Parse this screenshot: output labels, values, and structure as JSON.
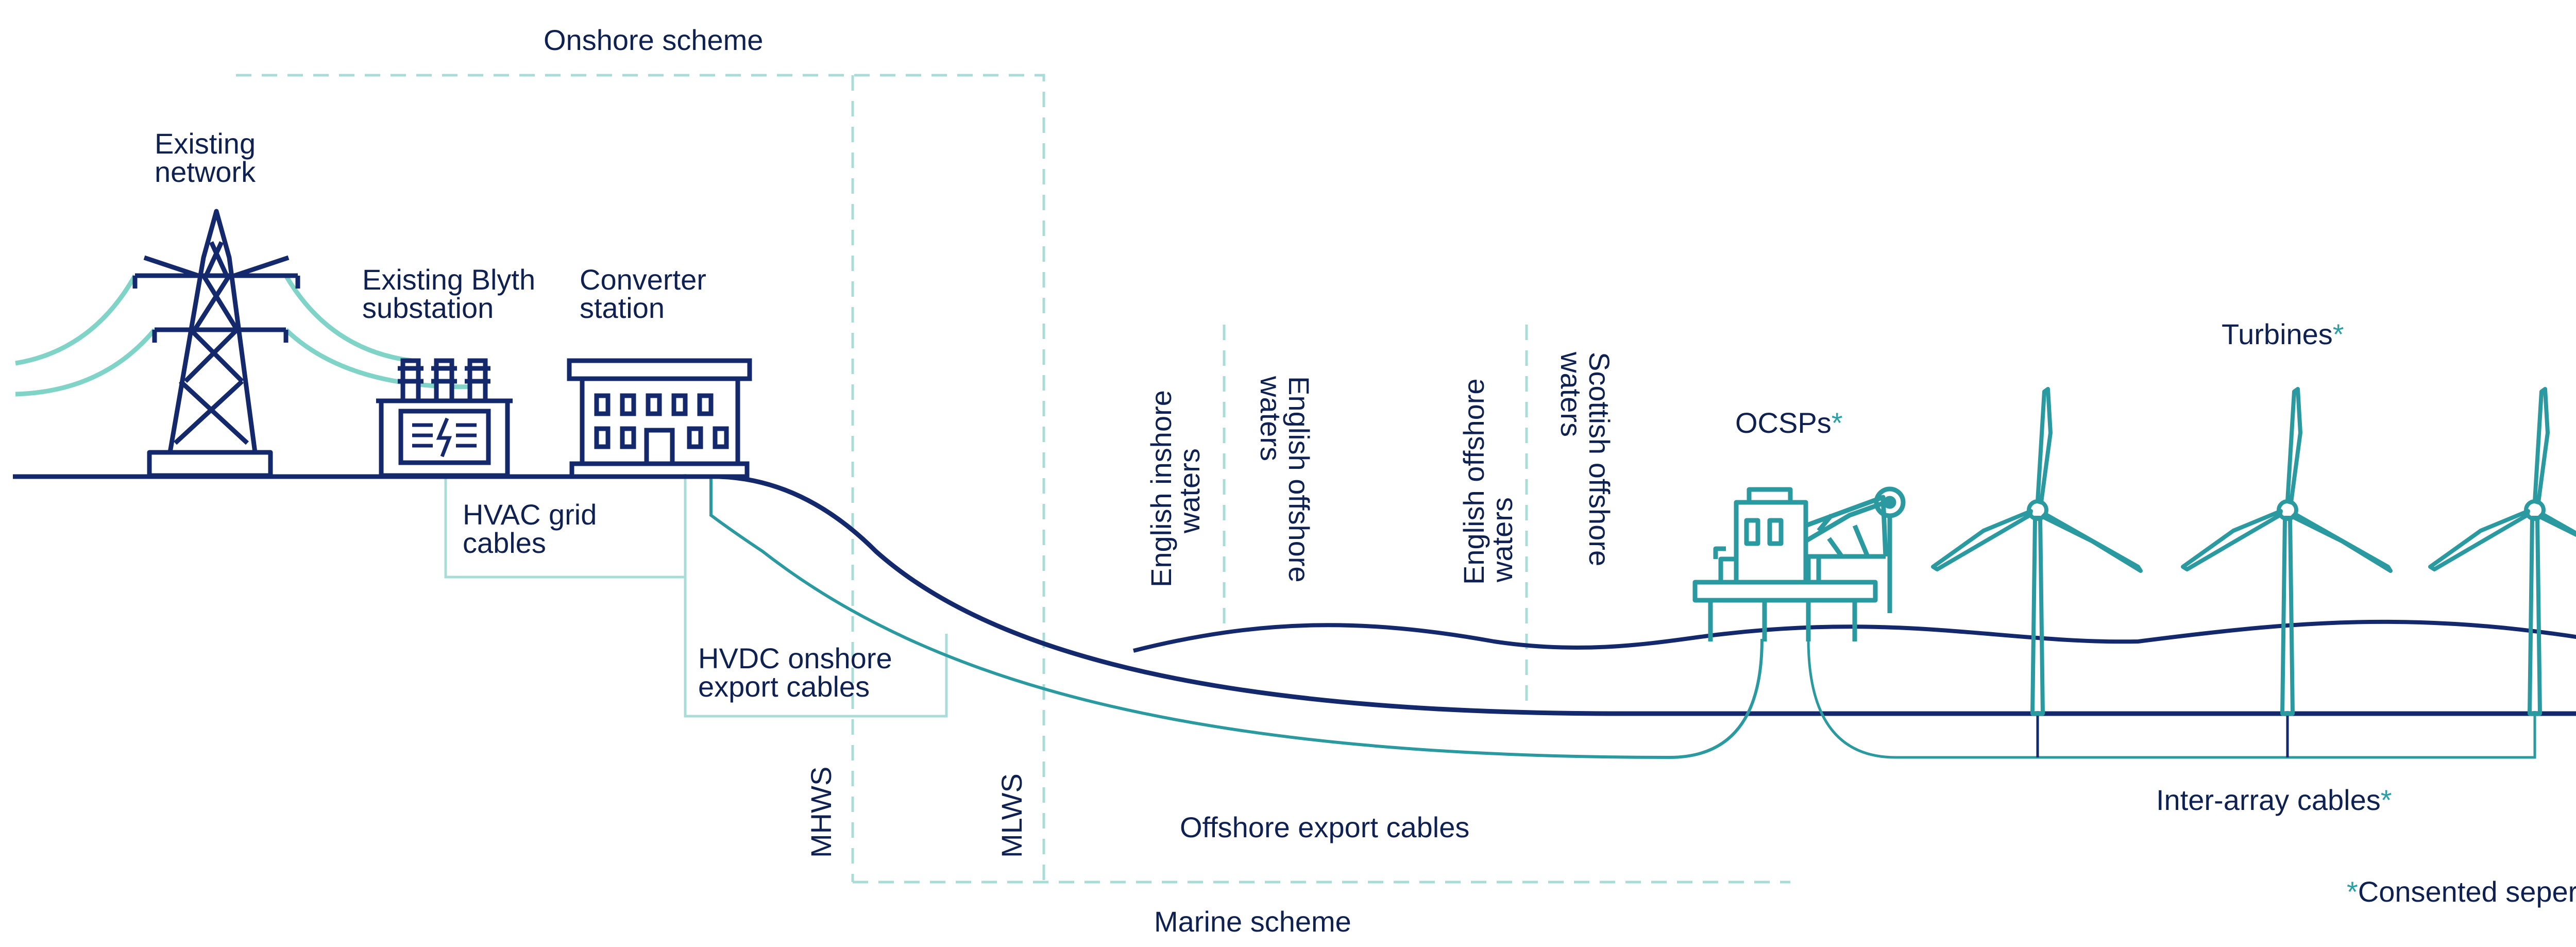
{
  "colors": {
    "navy": "#13296b",
    "teal": "#2a9aa0",
    "light_teal": "#7fd3c7",
    "dashed": "#a9dcd6",
    "text": "#0f2151",
    "asterisk": "#2aa0a4"
  },
  "labels": {
    "onshore_scheme": "Onshore scheme",
    "marine_scheme": "Marine scheme",
    "existing_network": [
      "Existing",
      "network"
    ],
    "blyth_substation": [
      "Existing Blyth",
      "substation"
    ],
    "converter_station": [
      "Converter",
      "station"
    ],
    "hvac_grid_cables": [
      "HVAC grid",
      "cables"
    ],
    "hvdc_onshore_export_cables": [
      "HVDC onshore",
      "export cables"
    ],
    "mhws": "MHWS",
    "mlws": "MLWS",
    "english_inshore_waters": [
      "English inshore",
      "waters"
    ],
    "english_offshore_waters_1": [
      "English offshore",
      "waters"
    ],
    "english_offshore_waters_2": [
      "English offshore",
      "waters"
    ],
    "scottish_offshore_waters": [
      "Scottish offshore",
      "waters"
    ],
    "offshore_export_cables": "Offshore export cables",
    "ocsps": "OCSPs",
    "turbines": "Turbines",
    "inter_array_cables": "Inter-array cables",
    "asterisk": "*",
    "consented_note": "Consented seperately"
  },
  "icons": [
    "pylon-icon",
    "substation-icon",
    "converter-station-icon",
    "offshore-platform-icon",
    "wind-turbine-icon"
  ]
}
